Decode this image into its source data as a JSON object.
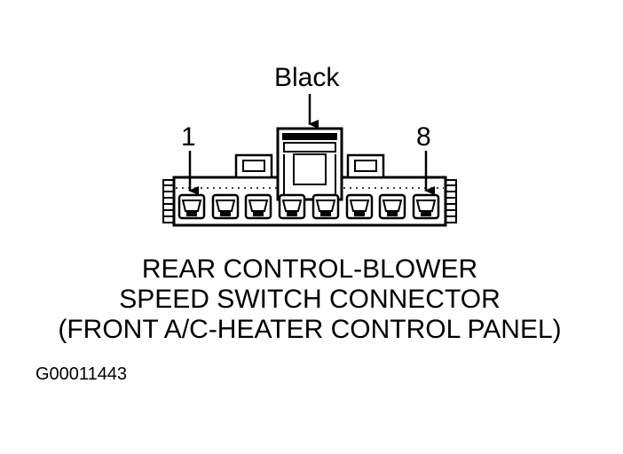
{
  "callouts": {
    "black": "Black",
    "pin_first": "1",
    "pin_last": "8"
  },
  "caption": {
    "line1": "REAR CONTROL-BLOWER",
    "line2": "SPEED SWITCH CONNECTOR",
    "line3": "(FRONT A/C-HEATER CONTROL PANEL)"
  },
  "figure_code": "G00011443",
  "connector": {
    "pin_count": 8
  }
}
